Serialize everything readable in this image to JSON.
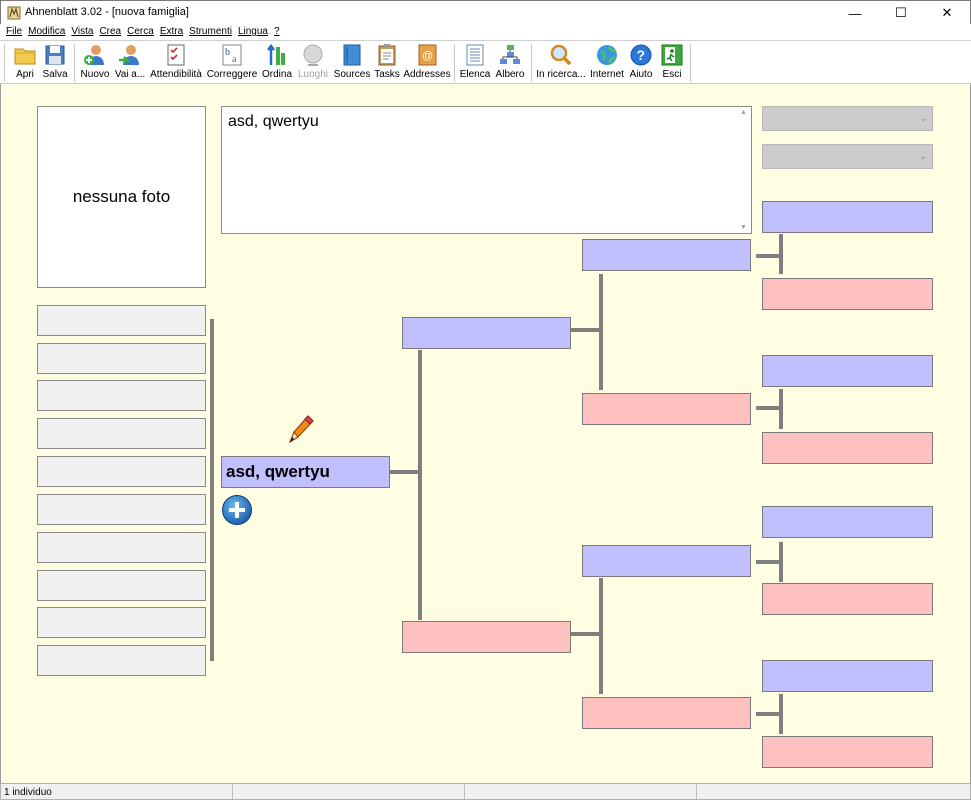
{
  "window": {
    "title": "Ahnenblatt 3.02 - [nuova famiglia]",
    "minimize": "—",
    "maximize": "☐",
    "close": "✕"
  },
  "menu": [
    "File",
    "Modifica",
    "Vista",
    "Crea",
    "Cerca",
    "Extra",
    "Strumenti",
    "Lingua",
    "?"
  ],
  "toolbar": {
    "open": "Apri",
    "save": "Salva",
    "new": "Nuovo",
    "goto": "Vai a...",
    "reliability": "Attendibilità",
    "correct": "Correggere",
    "sort": "Ordina",
    "places": "Luoghi",
    "sources": "Sources",
    "tasks": "Tasks",
    "addresses": "Addresses",
    "list": "Elenca",
    "tree": "Albero",
    "research": "In ricerca...",
    "internet": "Internet",
    "help": "Aiuto",
    "exit": "Esci"
  },
  "photo": {
    "label": "nessuna foto"
  },
  "notes": {
    "text": "asd, qwertyu"
  },
  "person": {
    "name": "asd, qwertyu"
  },
  "status": {
    "text": "1 individuo"
  },
  "colors": {
    "male": "#c0c0ff",
    "female": "#ffc0c0",
    "background": "#fffde2"
  }
}
